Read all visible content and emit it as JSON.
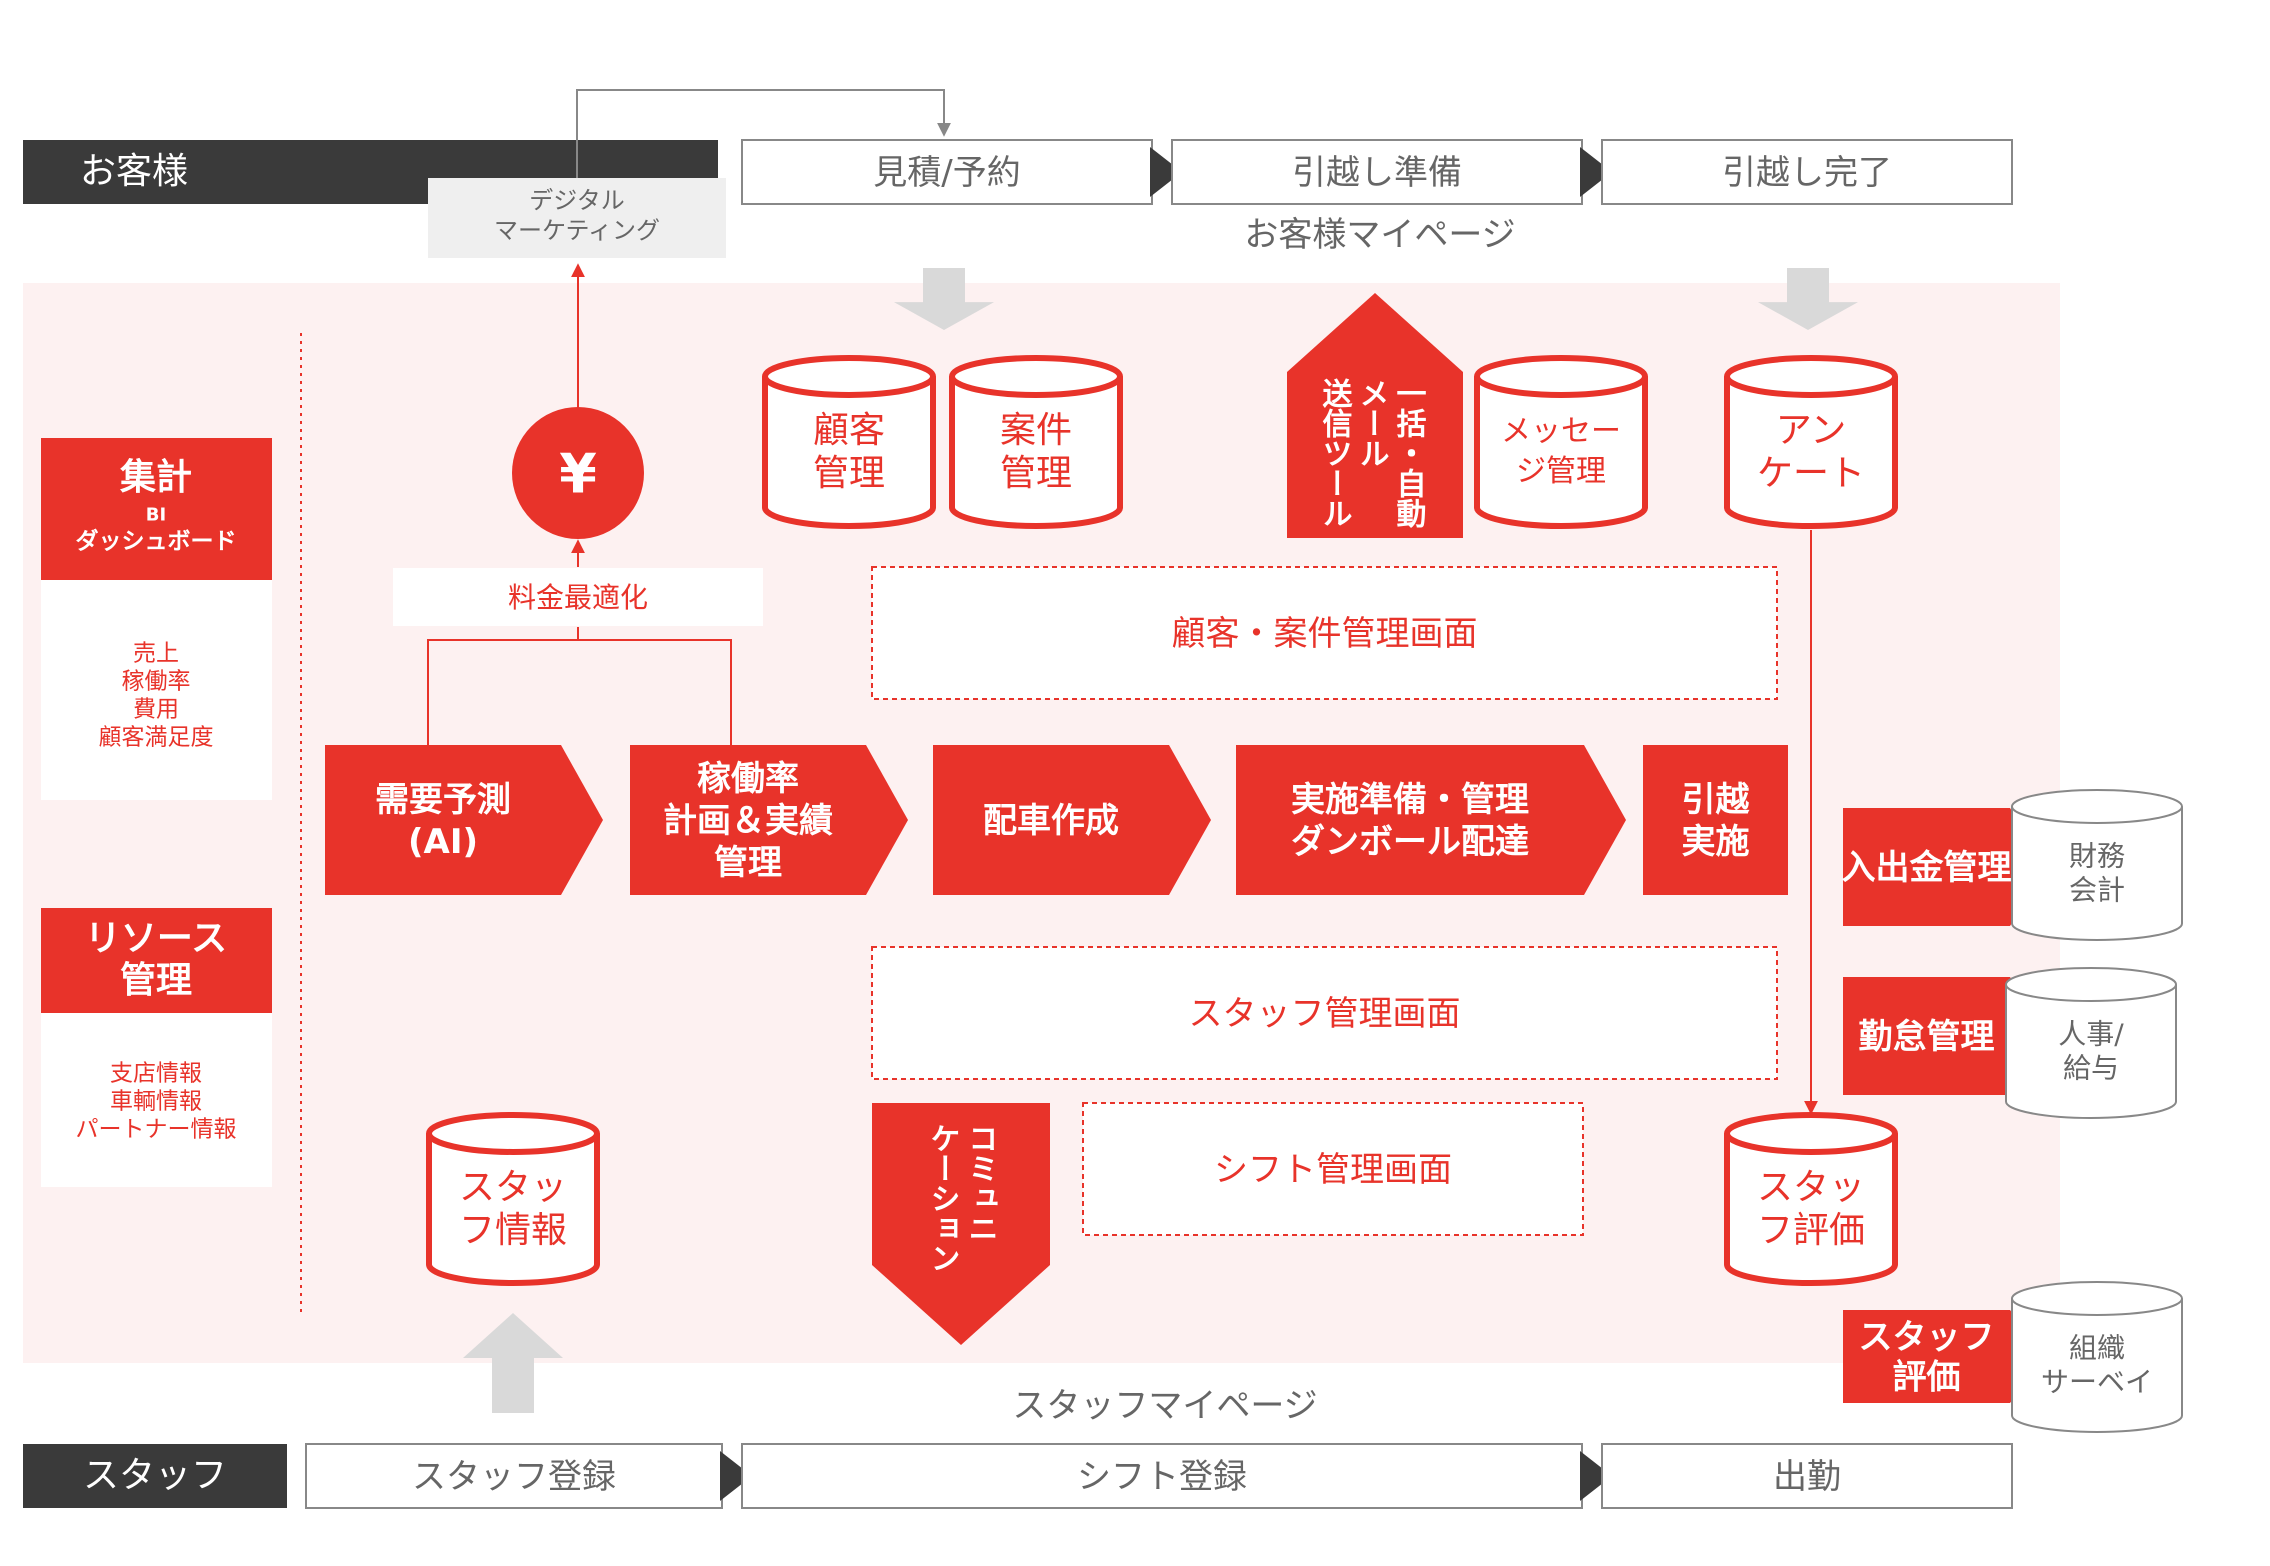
{
  "colors": {
    "red": "#E8332A",
    "dark": "#3A3A3A",
    "pink_bg": "#FDF1F1",
    "gray_arrow": "#D9D9D9",
    "gray_line": "#888888",
    "text_gray": "#666666",
    "light_box": "#EFEFEF"
  },
  "customer": {
    "label": "お客様",
    "digital_marketing": [
      "デジタル",
      "マーケティング"
    ],
    "steps": [
      "見積/予約",
      "引越し準備",
      "引越し完了"
    ],
    "mypage": "お客様マイページ"
  },
  "staff": {
    "label": "スタッフ",
    "steps": [
      "スタッフ登録",
      "シフト登録",
      "出勤"
    ],
    "mypage": "スタッフマイページ"
  },
  "left_panel": {
    "aggregation": {
      "title": "集計",
      "subtitle": "BI",
      "subtitle2": "ダッシュボード",
      "items": [
        "売上",
        "稼働率",
        "費用",
        "顧客満足度"
      ]
    },
    "resource": {
      "title": [
        "リソース",
        "管理"
      ],
      "items": [
        "支店情報",
        "車輌情報",
        "パートナー情報"
      ]
    }
  },
  "pricing": {
    "symbol": "¥",
    "label": "料金最適化"
  },
  "databases": {
    "customer_mgmt": [
      "顧客",
      "管理"
    ],
    "case_mgmt": [
      "案件",
      "管理"
    ],
    "message_mgmt": [
      "メッセー",
      "ジ管理"
    ],
    "survey": [
      "アン",
      "ケート"
    ],
    "staff_info": [
      "スタッ",
      "フ情報"
    ],
    "staff_eval": [
      "スタッ",
      "フ評価"
    ]
  },
  "bulk_mail": {
    "columns": [
      "一括・自動",
      "メール",
      "送信ツール"
    ]
  },
  "screens": {
    "customer_case": "顧客・案件管理画面",
    "staff": "スタッフ管理画面",
    "shift": "シフト管理画面"
  },
  "communication": {
    "columns": [
      "コミュニ",
      "ケーション"
    ]
  },
  "process": [
    {
      "lines": [
        "需要予測",
        "(AI)"
      ]
    },
    {
      "lines": [
        "稼働率",
        "計画＆実績",
        "管理"
      ]
    },
    {
      "lines": [
        "配車作成"
      ]
    },
    {
      "lines": [
        "実施準備・管理",
        "ダンボール配達"
      ]
    },
    {
      "lines": [
        "引越",
        "実施"
      ]
    }
  ],
  "right_modules": [
    {
      "label": [
        "入出金管理"
      ],
      "system": [
        "財務",
        "会計"
      ]
    },
    {
      "label": [
        "勤怠管理"
      ],
      "system": [
        "人事/",
        "給与"
      ]
    },
    {
      "label": [
        "スタッフ",
        "評価"
      ],
      "system": [
        "組織",
        "サーベイ"
      ]
    }
  ]
}
